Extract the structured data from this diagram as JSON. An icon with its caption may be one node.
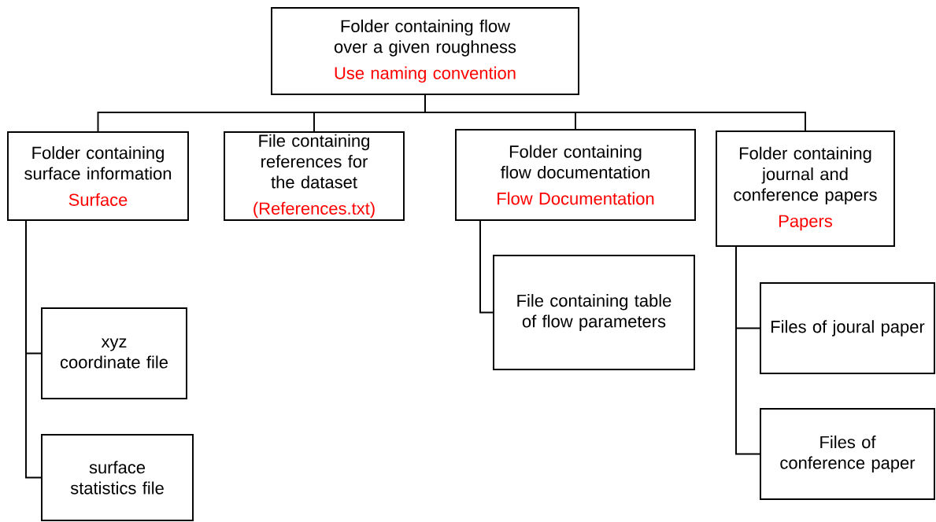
{
  "diagram": {
    "nodes": [
      {
        "text": [
          "Folder containing flow over a given roughness",
          "Use naming convention"
        ]
      },
      {
        "text": [
          "Folder containing surface information",
          "Surface"
        ]
      },
      {
        "text": [
          "File containing references for the dataset",
          "(References.txt)"
        ]
      },
      {
        "text": [
          "Folder containing flow documentation",
          "Flow Documentation"
        ]
      },
      {
        "text": [
          "Folder containing journal and conference papers",
          "Papers"
        ]
      },
      {
        "text": [
          "xyz coordinate file"
        ]
      },
      {
        "text": [
          "surface statistics file"
        ]
      },
      {
        "text": [
          "File containing table of flow parameters"
        ]
      },
      {
        "text": [
          "Files of joural paper"
        ]
      },
      {
        "text": [
          "Files of conference paper"
        ]
      }
    ],
    "edges": [
      {
        "from": 0,
        "to": 1,
        "arrow": "none"
      },
      {
        "from": 0,
        "to": 2,
        "arrow": "none"
      },
      {
        "from": 0,
        "to": 3,
        "arrow": "none"
      },
      {
        "from": 0,
        "to": 4,
        "arrow": "none"
      },
      {
        "from": 1,
        "to": 5,
        "arrow": "none"
      },
      {
        "from": 1,
        "to": 6,
        "arrow": "none"
      },
      {
        "from": 3,
        "to": 7,
        "arrow": "none"
      },
      {
        "from": 4,
        "to": 8,
        "arrow": "none"
      },
      {
        "from": 4,
        "to": 9,
        "arrow": "none"
      }
    ]
  }
}
